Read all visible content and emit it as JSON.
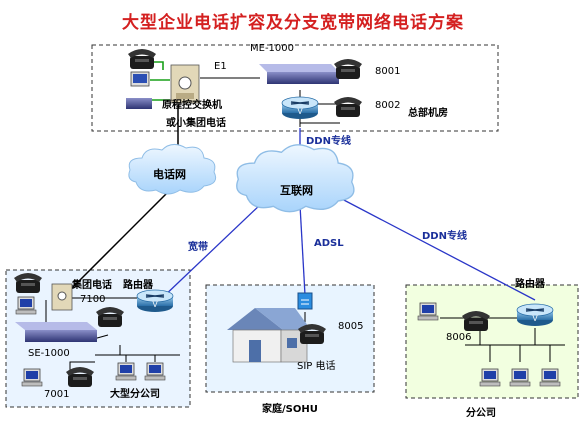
{
  "title": "大型企业电话扩容及分支宽带网络电话方案",
  "colors": {
    "title": "#d42020",
    "vpn_line": "#2a36c8",
    "pstn_line": "#000000",
    "hq_box": "#ffffff",
    "branch_box": "#eaf4ff",
    "home_box": "#e8f4ff",
    "office_box": "#f2ffe0",
    "cloud": "#cfe8ff"
  },
  "hq": {
    "device": "ME-1000",
    "e1": "E1",
    "pbx_line1": "原程控交换机",
    "pbx_line2": "或小集团电话",
    "phone_a": "8001",
    "phone_b": "8002",
    "room": "总部机房",
    "ddn": "DDN专线"
  },
  "clouds": {
    "pstn": "电话网",
    "internet": "互联网"
  },
  "links": {
    "broadband": "宽带",
    "adsl": "ADSL",
    "ddn": "DDN专线"
  },
  "branch": {
    "group_phone": "集团电话",
    "router": "路由器",
    "phone_a": "7100",
    "device": "SE-1000",
    "phone_b": "7001",
    "name": "大型分公司"
  },
  "home": {
    "phone": "8005",
    "sip": "SIP 电话",
    "name": "家庭/SOHU"
  },
  "office": {
    "router": "路由器",
    "phone": "8006",
    "name": "分公司"
  },
  "icons": [
    "phone-icon",
    "computer-icon",
    "server-icon",
    "pbx-icon",
    "router-icon",
    "cloud-icon",
    "house-icon",
    "gateway-device-icon"
  ]
}
